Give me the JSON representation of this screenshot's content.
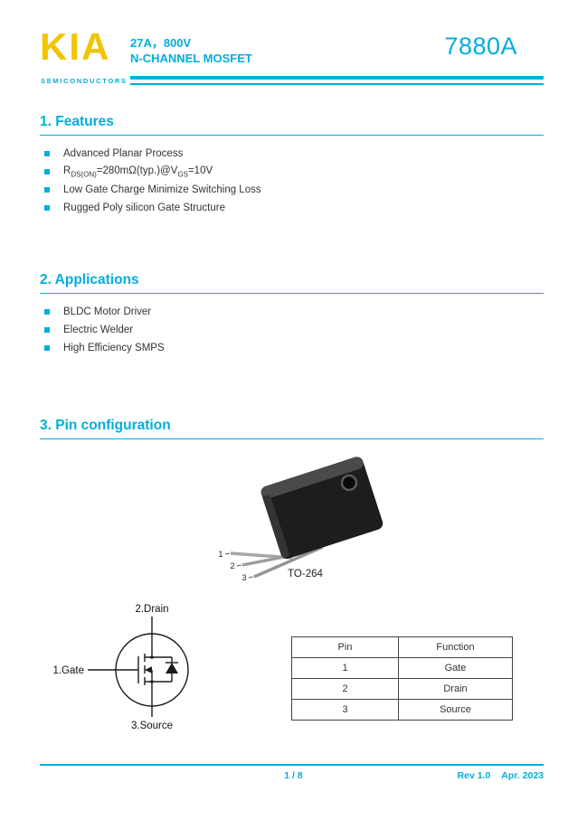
{
  "header": {
    "logo": "KIA",
    "logo_subtitle": "SEMICONDUCTORS",
    "rating": "27A，800V",
    "device_type": "N-CHANNEL MOSFET",
    "part_number": "7880A"
  },
  "features": {
    "title": "1. Features",
    "item1": "Advanced Planar Process",
    "item2_p1": "R",
    "item2_s1": "DS(ON)",
    "item2_p2": "=280mΩ(typ.)@V",
    "item2_s2": "GS",
    "item2_p3": "=10V",
    "item3": "Low Gate Charge Minimize Switching Loss",
    "item4": "Rugged Poly silicon Gate Structure"
  },
  "applications": {
    "title": "2. Applications",
    "items": [
      "BLDC Motor Driver",
      "Electric Welder",
      "High Efficiency SMPS"
    ]
  },
  "pin_configuration": {
    "title": "3. Pin configuration",
    "package_label": "TO-264",
    "package_pins": [
      "1",
      "2",
      "3"
    ],
    "symbol": {
      "drain": "2.Drain",
      "gate": "1.Gate",
      "source": "3.Source"
    },
    "table": {
      "col1": "Pin",
      "col2": "Function",
      "rows": [
        {
          "pin": "1",
          "function": "Gate"
        },
        {
          "pin": "2",
          "function": "Drain"
        },
        {
          "pin": "3",
          "function": "Source"
        }
      ]
    }
  },
  "footer": {
    "page_number": "1 / 8",
    "rev": "Rev 1.0",
    "date": "Apr. 2023"
  },
  "colors": {
    "accent_cyan": "#00AEDC",
    "logo_yellow": "#F2C400",
    "body_text": "#333333"
  }
}
